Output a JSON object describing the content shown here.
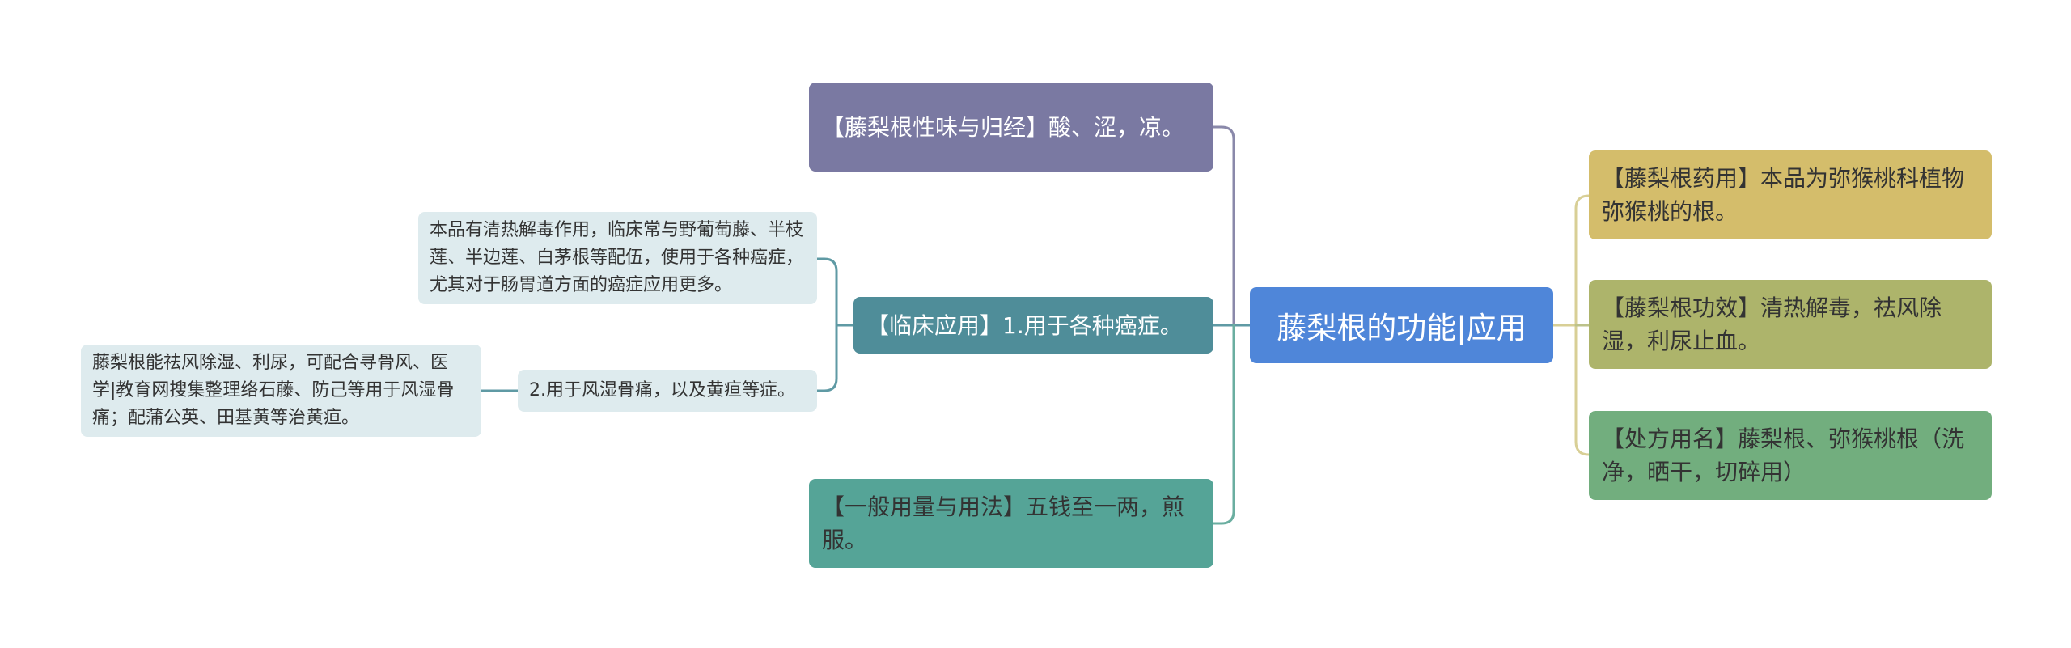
{
  "central": "藤梨根的功能|应用",
  "right": [
    {
      "text": "【藤梨根药用】本品为弥猴桃科植物弥猴桃的根。",
      "color": "#d4bd6b"
    },
    {
      "text": "【藤梨根功效】清热解毒，祛风除湿，利尿止血。",
      "color": "#adb46b"
    },
    {
      "text": "【处方用名】藤梨根、弥猴桃根（洗净，晒干，切碎用）",
      "color": "#72ae7e"
    }
  ],
  "left": [
    {
      "text": "【藤梨根性味与归经】酸、涩，凉。",
      "color": "#7a79a2"
    },
    {
      "text": "【临床应用】1.用于各种癌症。",
      "color": "#4f8d99"
    },
    {
      "text": "【一般用量与用法】五钱至一两，煎服。",
      "color": "#55a497"
    }
  ],
  "sub_nodes": {
    "clinical_detail": "本品有清热解毒作用，临床常与野葡萄藤、半枝莲、半边莲、白茅根等配伍，使用于各种癌症，尤其对于肠胃道方面的癌症应用更多。",
    "item2": "2.用于风湿骨痛，以及黄疸等症。",
    "item2_detail": "藤梨根能祛风除湿、利尿，可配合寻骨风、医学|教育网搜集整理络石藤、防己等用于风湿骨痛；配蒲公英、田基黄等治黄疸。"
  }
}
